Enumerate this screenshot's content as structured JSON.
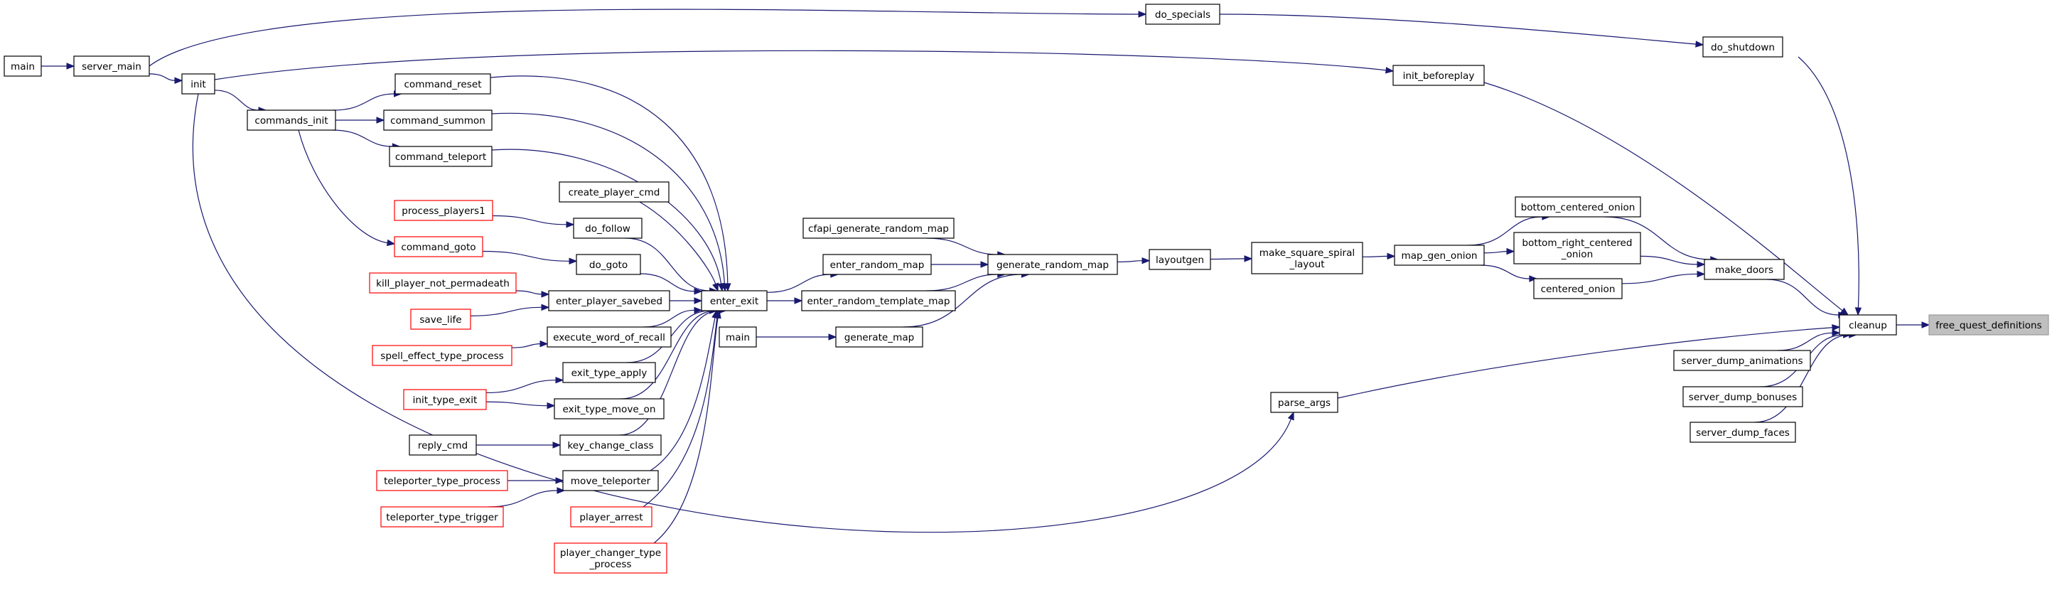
{
  "colors": {
    "edge": "#191970",
    "node_border": "#000000",
    "node_border_truncated": "#ff0000",
    "node_fill": "#ffffff",
    "root_fill": "#bfbfbf",
    "root_border": "#999999"
  },
  "nodes": {
    "main1": {
      "lines": [
        "main"
      ]
    },
    "server_main": {
      "lines": [
        "server_main"
      ]
    },
    "init": {
      "lines": [
        "init"
      ]
    },
    "do_specials": {
      "lines": [
        "do_specials"
      ]
    },
    "commands_init": {
      "lines": [
        "commands_init"
      ]
    },
    "command_reset": {
      "lines": [
        "command_reset"
      ]
    },
    "command_summon": {
      "lines": [
        "command_summon"
      ]
    },
    "command_teleport": {
      "lines": [
        "command_teleport"
      ]
    },
    "create_player_cmd": {
      "lines": [
        "create_player_cmd"
      ]
    },
    "process_players1": {
      "lines": [
        "process_players1"
      ]
    },
    "do_follow": {
      "lines": [
        "do_follow"
      ]
    },
    "command_goto": {
      "lines": [
        "command_goto"
      ]
    },
    "do_goto": {
      "lines": [
        "do_goto"
      ]
    },
    "kill_player_not_permadeath": {
      "lines": [
        "kill_player_not_permadeath"
      ]
    },
    "enter_player_savebed": {
      "lines": [
        "enter_player_savebed"
      ]
    },
    "save_life": {
      "lines": [
        "save_life"
      ]
    },
    "enter_exit": {
      "lines": [
        "enter_exit"
      ]
    },
    "execute_word_of_recall": {
      "lines": [
        "execute_word_of_recall"
      ]
    },
    "spell_effect_type_process": {
      "lines": [
        "spell_effect_type_process"
      ]
    },
    "exit_type_apply": {
      "lines": [
        "exit_type_apply"
      ]
    },
    "init_type_exit": {
      "lines": [
        "init_type_exit"
      ]
    },
    "exit_type_move_on": {
      "lines": [
        "exit_type_move_on"
      ]
    },
    "reply_cmd": {
      "lines": [
        "reply_cmd"
      ]
    },
    "key_change_class": {
      "lines": [
        "key_change_class"
      ]
    },
    "teleporter_type_process": {
      "lines": [
        "teleporter_type_process"
      ]
    },
    "move_teleporter": {
      "lines": [
        "move_teleporter"
      ]
    },
    "teleporter_type_trigger": {
      "lines": [
        "teleporter_type_trigger"
      ]
    },
    "player_arrest": {
      "lines": [
        "player_arrest"
      ]
    },
    "player_changer_type_process": {
      "lines": [
        "player_changer_type",
        "_process"
      ]
    },
    "cfapi_generate_random_map": {
      "lines": [
        "cfapi_generate_random_map"
      ]
    },
    "enter_random_map": {
      "lines": [
        "enter_random_map"
      ]
    },
    "enter_random_template_map": {
      "lines": [
        "enter_random_template_map"
      ]
    },
    "main2": {
      "lines": [
        "main"
      ]
    },
    "generate_map": {
      "lines": [
        "generate_map"
      ]
    },
    "generate_random_map": {
      "lines": [
        "generate_random_map"
      ]
    },
    "layoutgen": {
      "lines": [
        "layoutgen"
      ]
    },
    "make_square_spiral_layout": {
      "lines": [
        "make_square_spiral",
        "_layout"
      ]
    },
    "map_gen_onion": {
      "lines": [
        "map_gen_onion"
      ]
    },
    "init_beforeplay": {
      "lines": [
        "init_beforeplay"
      ]
    },
    "bottom_centered_onion": {
      "lines": [
        "bottom_centered_onion"
      ]
    },
    "bottom_right_centered_onion": {
      "lines": [
        "bottom_right_centered",
        "_onion"
      ]
    },
    "centered_onion": {
      "lines": [
        "centered_onion"
      ]
    },
    "parse_args": {
      "lines": [
        "parse_args"
      ]
    },
    "do_shutdown": {
      "lines": [
        "do_shutdown"
      ]
    },
    "make_doors": {
      "lines": [
        "make_doors"
      ]
    },
    "cleanup": {
      "lines": [
        "cleanup"
      ]
    },
    "server_dump_animations": {
      "lines": [
        "server_dump_animations"
      ]
    },
    "server_dump_bonuses": {
      "lines": [
        "server_dump_bonuses"
      ]
    },
    "server_dump_faces": {
      "lines": [
        "server_dump_faces"
      ]
    },
    "free_quest_definitions": {
      "lines": [
        "free_quest_definitions"
      ]
    }
  },
  "edges": [
    [
      "main1",
      "server_main"
    ],
    [
      "server_main",
      "init"
    ],
    [
      "server_main",
      "do_specials"
    ],
    [
      "init",
      "commands_init"
    ],
    [
      "init",
      "init_beforeplay"
    ],
    [
      "init",
      "parse_args"
    ],
    [
      "commands_init",
      "command_reset"
    ],
    [
      "commands_init",
      "command_summon"
    ],
    [
      "commands_init",
      "command_teleport"
    ],
    [
      "commands_init",
      "command_goto"
    ],
    [
      "command_reset",
      "enter_exit"
    ],
    [
      "command_summon",
      "enter_exit"
    ],
    [
      "command_teleport",
      "enter_exit"
    ],
    [
      "create_player_cmd",
      "enter_exit"
    ],
    [
      "process_players1",
      "do_follow"
    ],
    [
      "do_follow",
      "enter_exit"
    ],
    [
      "command_goto",
      "do_goto"
    ],
    [
      "do_goto",
      "enter_exit"
    ],
    [
      "kill_player_not_permadeath",
      "enter_player_savebed"
    ],
    [
      "save_life",
      "enter_player_savebed"
    ],
    [
      "enter_player_savebed",
      "enter_exit"
    ],
    [
      "execute_word_of_recall",
      "enter_exit"
    ],
    [
      "spell_effect_type_process",
      "execute_word_of_recall"
    ],
    [
      "exit_type_apply",
      "enter_exit"
    ],
    [
      "init_type_exit",
      "exit_type_apply"
    ],
    [
      "init_type_exit",
      "exit_type_move_on"
    ],
    [
      "exit_type_move_on",
      "enter_exit"
    ],
    [
      "reply_cmd",
      "key_change_class"
    ],
    [
      "key_change_class",
      "enter_exit"
    ],
    [
      "teleporter_type_process",
      "move_teleporter"
    ],
    [
      "teleporter_type_trigger",
      "move_teleporter"
    ],
    [
      "move_teleporter",
      "enter_exit"
    ],
    [
      "player_arrest",
      "enter_exit"
    ],
    [
      "player_changer_type_process",
      "enter_exit"
    ],
    [
      "enter_exit",
      "enter_random_map"
    ],
    [
      "enter_exit",
      "enter_random_template_map"
    ],
    [
      "cfapi_generate_random_map",
      "generate_random_map"
    ],
    [
      "enter_random_map",
      "generate_random_map"
    ],
    [
      "enter_random_template_map",
      "generate_random_map"
    ],
    [
      "main2",
      "generate_map"
    ],
    [
      "generate_map",
      "generate_random_map"
    ],
    [
      "generate_random_map",
      "layoutgen"
    ],
    [
      "layoutgen",
      "make_square_spiral_layout"
    ],
    [
      "make_square_spiral_layout",
      "map_gen_onion"
    ],
    [
      "map_gen_onion",
      "bottom_centered_onion"
    ],
    [
      "map_gen_onion",
      "bottom_right_centered_onion"
    ],
    [
      "map_gen_onion",
      "centered_onion"
    ],
    [
      "bottom_centered_onion",
      "make_doors"
    ],
    [
      "bottom_right_centered_onion",
      "make_doors"
    ],
    [
      "centered_onion",
      "make_doors"
    ],
    [
      "do_specials",
      "do_shutdown"
    ],
    [
      "do_shutdown",
      "cleanup"
    ],
    [
      "init_beforeplay",
      "cleanup"
    ],
    [
      "make_doors",
      "cleanup"
    ],
    [
      "parse_args",
      "cleanup"
    ],
    [
      "server_dump_animations",
      "cleanup"
    ],
    [
      "server_dump_bonuses",
      "cleanup"
    ],
    [
      "server_dump_faces",
      "cleanup"
    ],
    [
      "cleanup",
      "free_quest_definitions"
    ]
  ]
}
